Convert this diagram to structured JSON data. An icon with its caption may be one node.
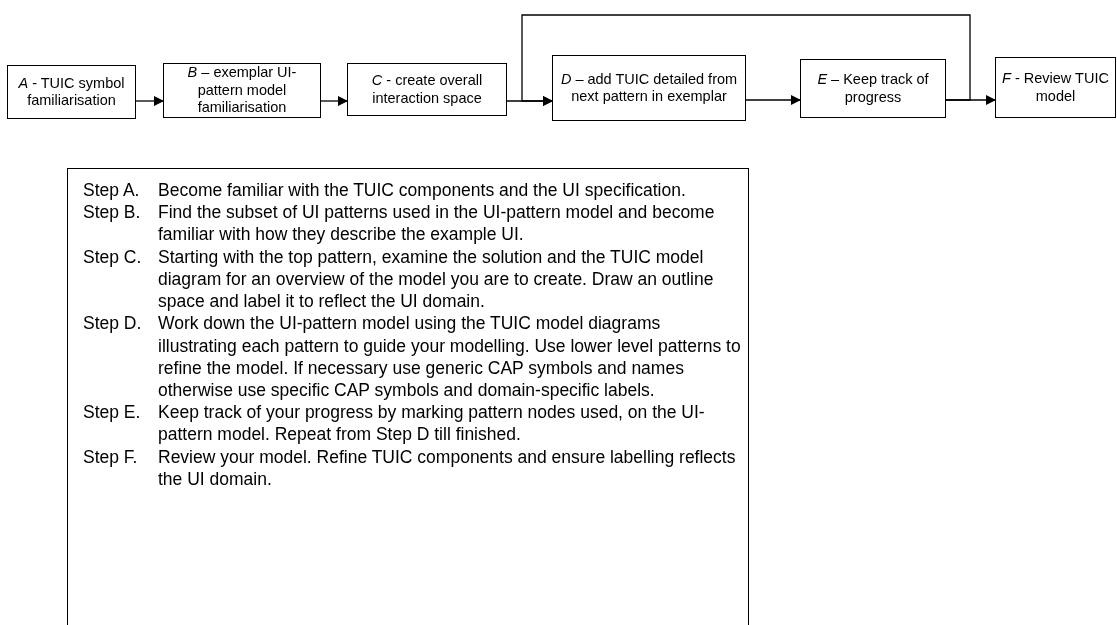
{
  "diagram": {
    "nodes": [
      {
        "text": [
          "*A* - TUIC symbol familiarisation"
        ]
      },
      {
        "text": [
          "*B* – exemplar UI-pattern model familiarisation"
        ]
      },
      {
        "text": [
          "*C* - create overall interaction space"
        ]
      },
      {
        "text": [
          "*D* – add TUIC detailed from next pattern in exemplar"
        ]
      },
      {
        "text": [
          "*E* – Keep track of progress"
        ]
      },
      {
        "text": [
          "*F* - Review TUIC model"
        ]
      },
      {
        "text": [
          "Step A.",
          "Become familiar with the TUIC  components and the UI specification.",
          "Step B.",
          "Find the subset of UI patterns used in the UI-pattern model and become familiar with how they describe the example UI.",
          "Step C.",
          "Starting with the top pattern, examine the solution and the TUIC model diagram for an overview of the model you are to create. Draw an outline space and label it to reflect the UI domain.",
          "Step D.",
          "Work down the UI-pattern model using the TUIC model diagrams illustrating each pattern to guide your modelling.  Use lower level patterns to refine the model.  If necessary use generic CAP symbols and names otherwise use specific CAP symbols and domain-specific labels.",
          "Step E.",
          "Keep track of your progress by marking pattern nodes used, on the UI-pattern model.  Repeat from Step D till finished.",
          "Step F.",
          "Review your model.  Refine TUIC components and ensure labelling reflects the UI domain."
        ]
      }
    ],
    "edges": [
      {
        "from": 0,
        "to": 1,
        "arrow": "to"
      },
      {
        "from": 1,
        "to": 2,
        "arrow": "to"
      },
      {
        "from": 2,
        "to": 3,
        "arrow": "to"
      },
      {
        "from": 3,
        "to": 4,
        "arrow": "to"
      },
      {
        "from": 4,
        "to": 5,
        "arrow": "to"
      },
      {
        "from": 4,
        "to": 3,
        "arrow": "to"
      }
    ]
  }
}
